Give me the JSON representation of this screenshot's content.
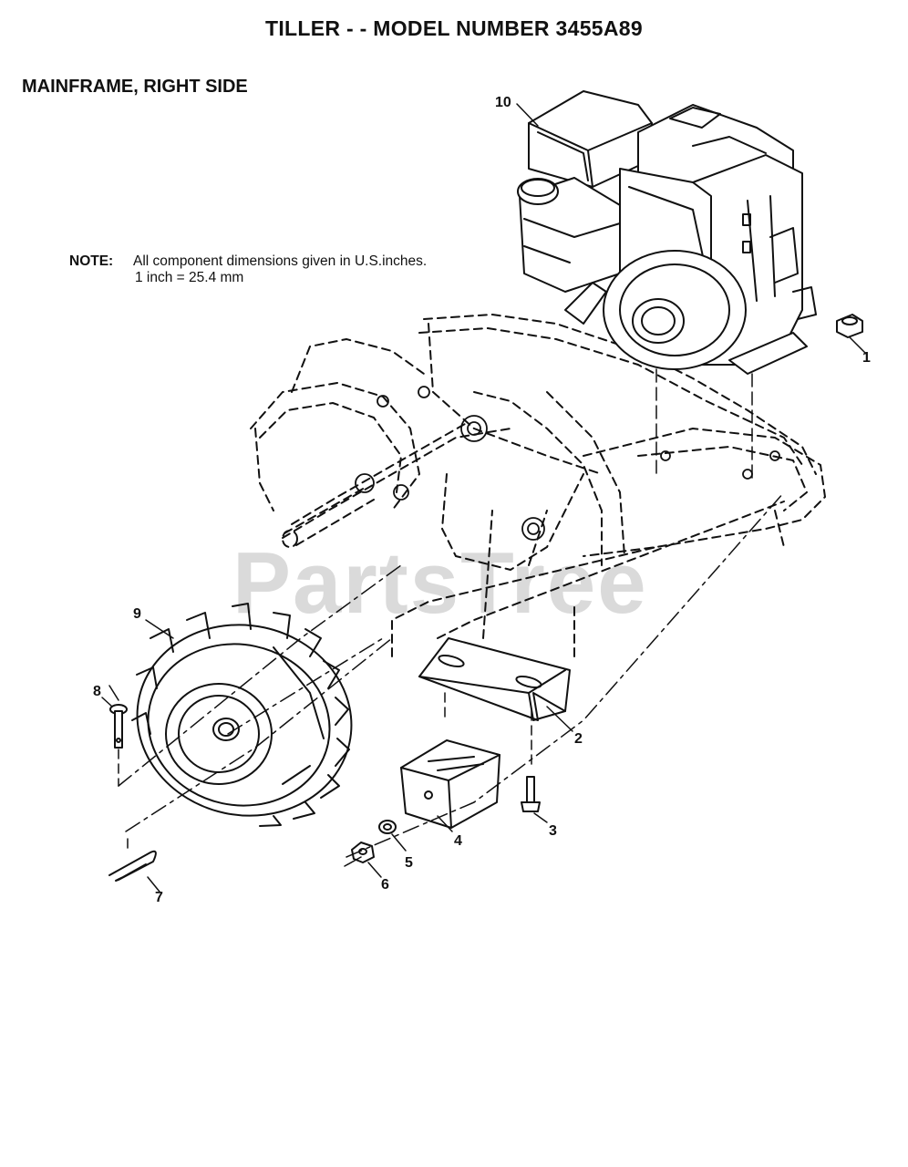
{
  "title": "TILLER - - MODEL NUMBER 3455A89",
  "section": "MAINFRAME, RIGHT SIDE",
  "note": {
    "label": "NOTE:",
    "line1": "All component dimensions given in U.S.inches.",
    "line2": "1 inch = 25.4 mm"
  },
  "watermark": "PartsTree",
  "callouts": [
    "1",
    "2",
    "3",
    "4",
    "5",
    "6",
    "7",
    "8",
    "9",
    "10"
  ],
  "colors": {
    "line": "#111111",
    "watermark": "#dadada"
  }
}
